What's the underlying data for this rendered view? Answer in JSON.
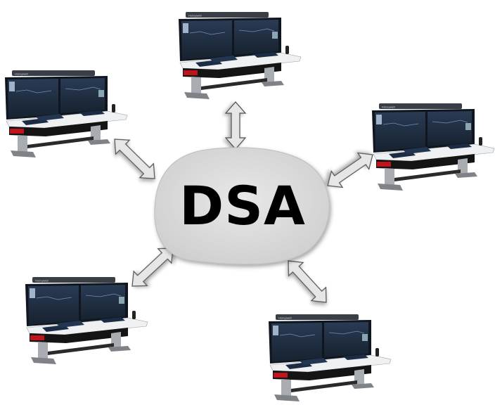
{
  "hub": {
    "label": "DSA",
    "fill": "#d9d9d9"
  },
  "consoles": [
    {
      "id": "top",
      "brand": "Honeywell"
    },
    {
      "id": "upper-left",
      "brand": "Honeywell"
    },
    {
      "id": "right",
      "brand": "Honeywell"
    },
    {
      "id": "lower-left",
      "brand": "Honeywell"
    },
    {
      "id": "lower-right",
      "brand": "Honeywell"
    }
  ],
  "connections": [
    {
      "from": "top",
      "to": "DSA",
      "type": "bidirectional"
    },
    {
      "from": "upper-left",
      "to": "DSA",
      "type": "bidirectional"
    },
    {
      "from": "right",
      "to": "DSA",
      "type": "bidirectional"
    },
    {
      "from": "lower-left",
      "to": "DSA",
      "type": "bidirectional"
    },
    {
      "from": "lower-right",
      "to": "DSA",
      "type": "bidirectional"
    }
  ],
  "colors": {
    "arrow_fill": "#e6e6e6",
    "arrow_stroke": "#555555",
    "screen": "#1d2b3f",
    "accent_red": "#c0141c"
  }
}
